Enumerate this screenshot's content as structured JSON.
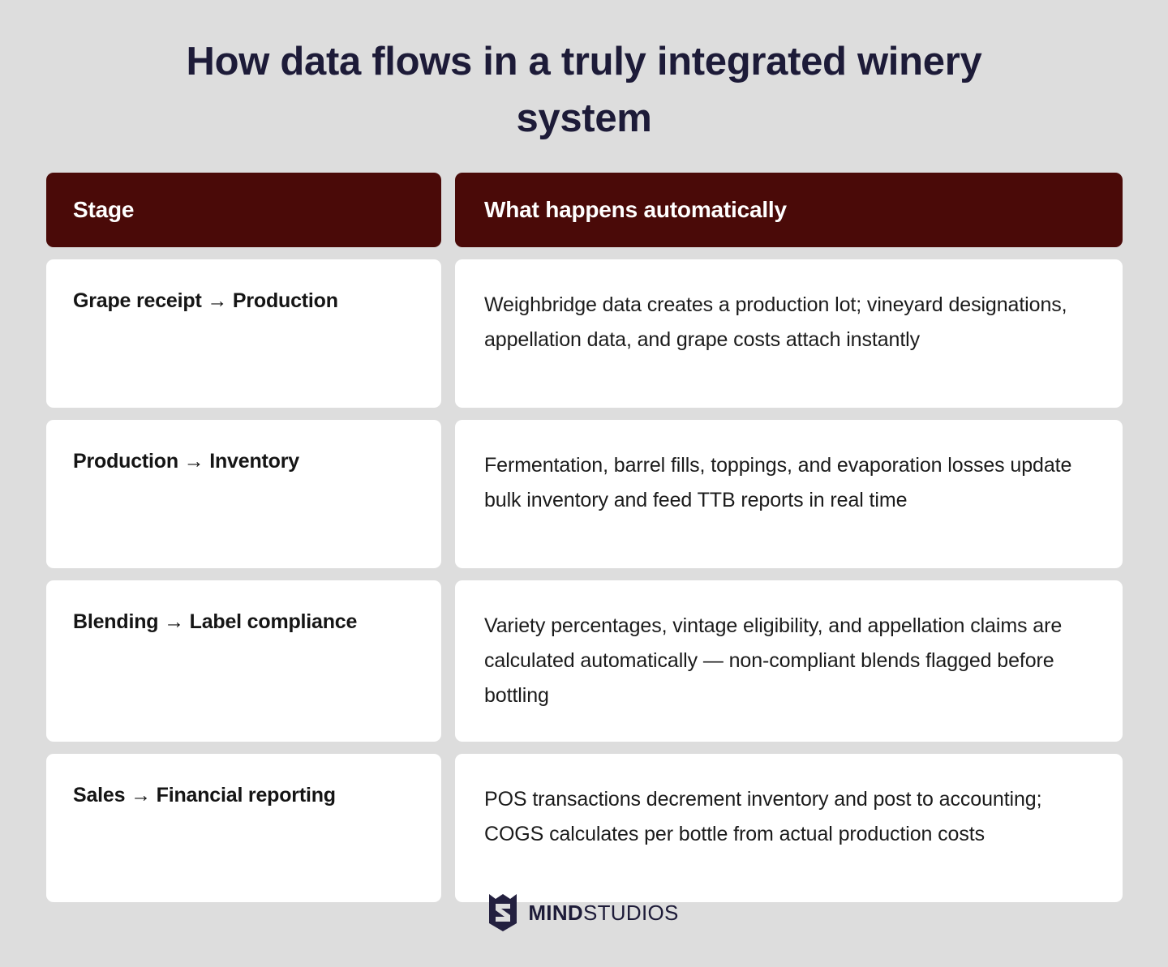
{
  "page": {
    "background_color": "#dddddd",
    "title": "How data flows in a truly integrated winery system"
  },
  "table": {
    "header": {
      "stage_label": "Stage",
      "detail_label": "What happens automatically",
      "background_color": "#4a0a08",
      "text_color": "#ffffff"
    },
    "rows": [
      {
        "stage": "Grape receipt → Production",
        "detail": "Weighbridge data creates a production lot; vineyard designations, appellation data, and grape costs attach instantly"
      },
      {
        "stage": "Production → Inventory",
        "detail": "Fermentation, barrel fills, toppings, and evaporation losses update bulk inventory and feed TTB reports in real time"
      },
      {
        "stage": "Blending → Label compliance",
        "detail": "Variety percentages, vintage eligibility, and appellation claims are calculated automatically — non-compliant blends flagged before bottling"
      },
      {
        "stage": "Sales → Financial reporting",
        "detail": "POS transactions decrement inventory and post to accounting; COGS calculates per bottle from actual production costs"
      }
    ]
  },
  "footer": {
    "logo_icon": "mind-studios-shield-icon",
    "brand_bold": "MIND",
    "brand_light": "STUDIOS",
    "brand_color": "#1d1b38"
  }
}
